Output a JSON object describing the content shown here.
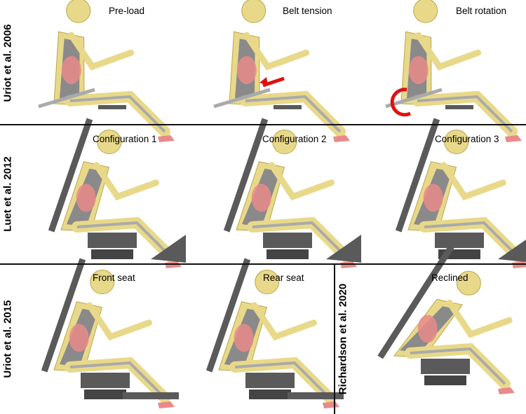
{
  "rows": [
    {
      "label": "Uriot et al. 2006",
      "panels": [
        {
          "title": "Pre-load"
        },
        {
          "title": "Belt tension"
        },
        {
          "title": "Belt rotation"
        }
      ]
    },
    {
      "label": "Luet et al. 2012",
      "panels": [
        {
          "title": "Configuration 1"
        },
        {
          "title": "Configuration 2"
        },
        {
          "title": "Configuration 3"
        }
      ]
    },
    {
      "label": "Uriot et al. 2015",
      "panels": [
        {
          "title": "Front seat"
        },
        {
          "title": "Rear seat"
        }
      ]
    },
    {
      "label": "Richardson et al. 2020",
      "panels": [
        {
          "title": "Reclined"
        }
      ]
    }
  ],
  "colors": {
    "skin": "#e8d98a",
    "skeleton": "#8a8a8a",
    "organs": "#e98a8a",
    "seat": "#5a5a5a",
    "arrow": "#e01010",
    "divider": "#111111"
  }
}
